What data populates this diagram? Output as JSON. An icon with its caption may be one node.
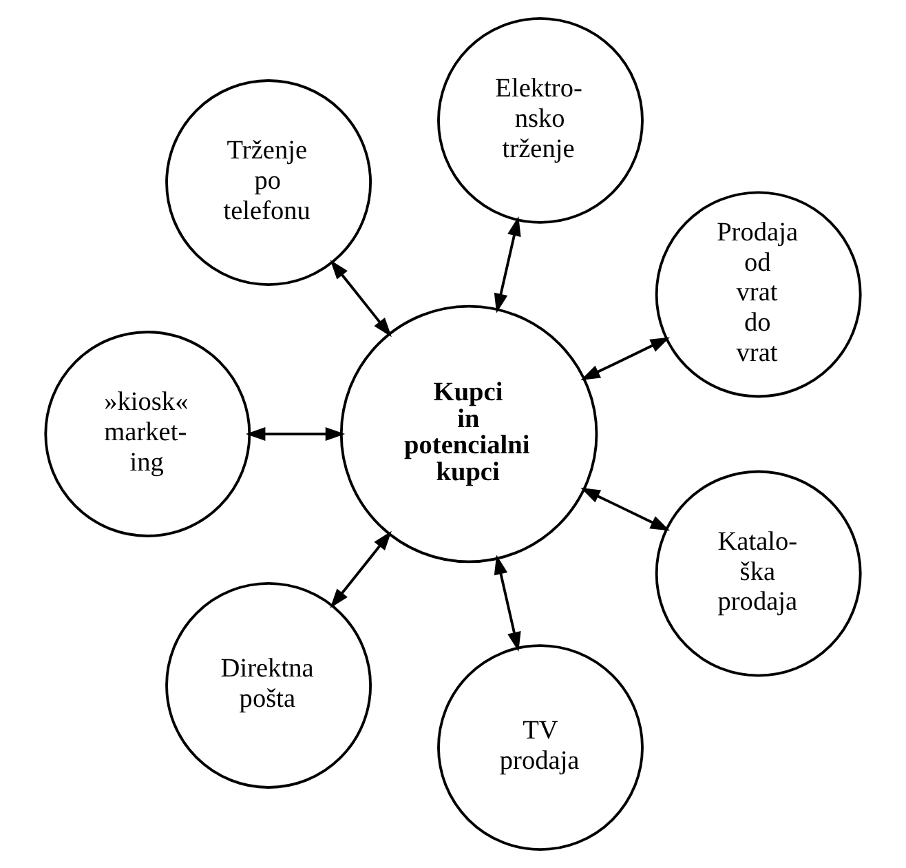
{
  "diagram": {
    "nodes": [
      {
        "text": [
          "Prodaja od vrat do vrat"
        ]
      },
      {
        "text": [
          "Elektro- nsko trženje"
        ]
      },
      {
        "text": [
          "Trženje po telefonu"
        ]
      },
      {
        "text": [
          "Kupci in potencialni kupci"
        ]
      },
      {
        "text": [
          "»kiosk« market- ing"
        ]
      },
      {
        "text": [
          "Direktna pošta"
        ]
      },
      {
        "text": [
          "TV prodaja"
        ]
      },
      {
        "text": [
          "Katalo- ška prodaja"
        ]
      }
    ],
    "edges": [
      {
        "from": 3,
        "to": 0,
        "arrow": "both"
      },
      {
        "from": 3,
        "to": 2,
        "arrow": "both"
      },
      {
        "from": 3,
        "to": 5,
        "arrow": "both"
      },
      {
        "from": 3,
        "to": 7,
        "arrow": "both"
      },
      {
        "from": 3,
        "to": 6,
        "arrow": "both"
      },
      {
        "from": 3,
        "to": 4,
        "arrow": "both"
      },
      {
        "from": 3,
        "to": 1,
        "arrow": "both"
      }
    ]
  }
}
